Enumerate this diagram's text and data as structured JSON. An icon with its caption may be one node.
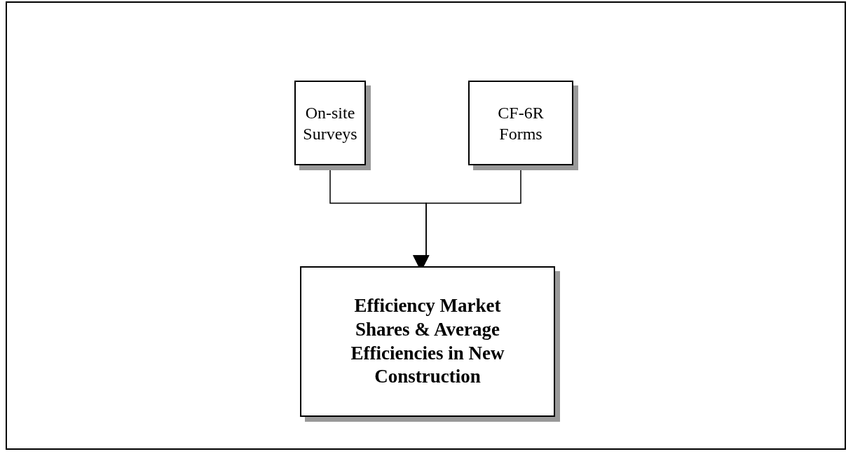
{
  "diagram": {
    "nodes": [
      {
        "text": [
          "On-site Surveys"
        ]
      },
      {
        "text": [
          "CF-6R Forms"
        ]
      },
      {
        "text": [
          "Efficiency Market Shares & Average Efficiencies in New Construction"
        ]
      }
    ],
    "edges": [
      {
        "from": 0,
        "to": 2,
        "arrow": "to"
      },
      {
        "from": 1,
        "to": 2,
        "arrow": "to"
      }
    ]
  }
}
